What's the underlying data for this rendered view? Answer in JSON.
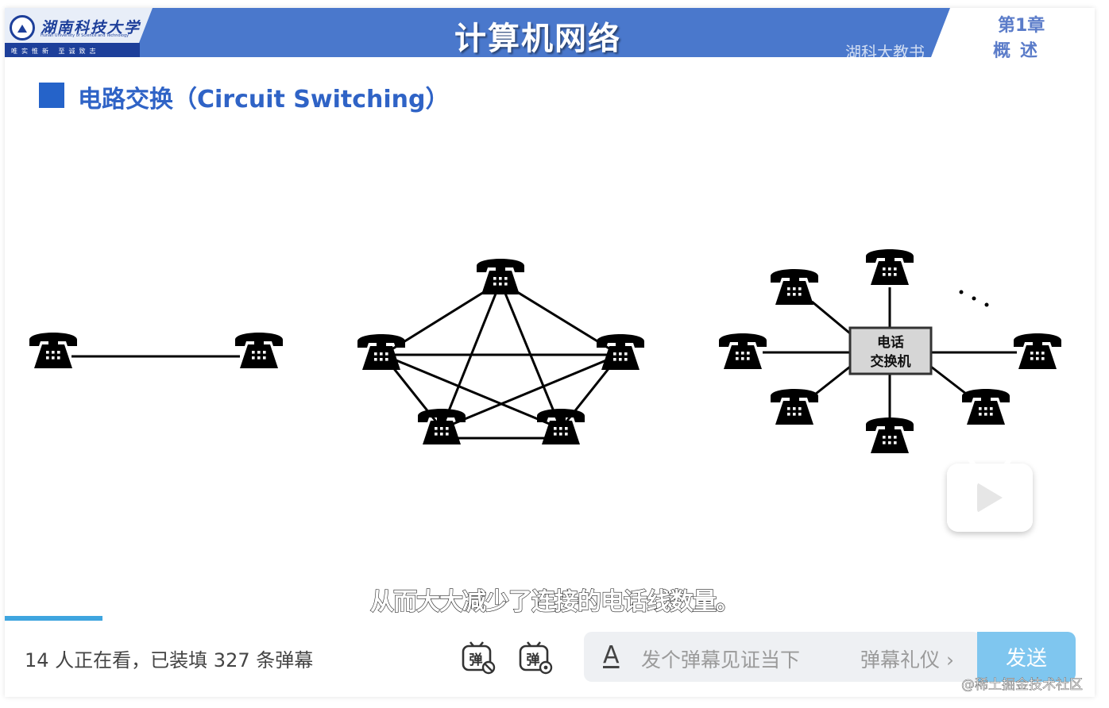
{
  "header": {
    "university_name": "湖南科技大学",
    "university_english": "Hunan University of Science and Technology",
    "motto": "唯实惟新 至诚致志",
    "course_title": "计算机网络",
    "watermark": "湖科大教书",
    "chapter_number": "第1章",
    "chapter_name": "概述"
  },
  "slide": {
    "title": "电路交换（Circuit Switching）",
    "exchange_label_line1": "电话",
    "exchange_label_line2": "交换机",
    "ellipsis": "· · ·"
  },
  "video": {
    "subtitle": "从而大大减少了连接的电话线数量。",
    "progress": 0.09
  },
  "bottom_bar": {
    "viewer_text": "14 人正在看，已装填 327 条弹幕",
    "danmaku_toggle_glyph": "弹",
    "danmaku_settings_glyph": "弹",
    "font_glyph": "A",
    "input_placeholder": "发个弹幕见证当下",
    "etiquette_label": "弹幕礼仪 ›",
    "send_label": "发送"
  },
  "watermark_corner": "@稀土掘金技术社区",
  "colors": {
    "banner_blue": "#4a78cc",
    "title_blue": "#2f63c6",
    "send_blue": "#7fc6ef",
    "progress_blue": "#3fa5df"
  },
  "icons": [
    "telephone-icon",
    "play-icon",
    "danmaku-toggle-icon",
    "danmaku-settings-icon",
    "font-style-icon",
    "chevron-right-icon"
  ]
}
